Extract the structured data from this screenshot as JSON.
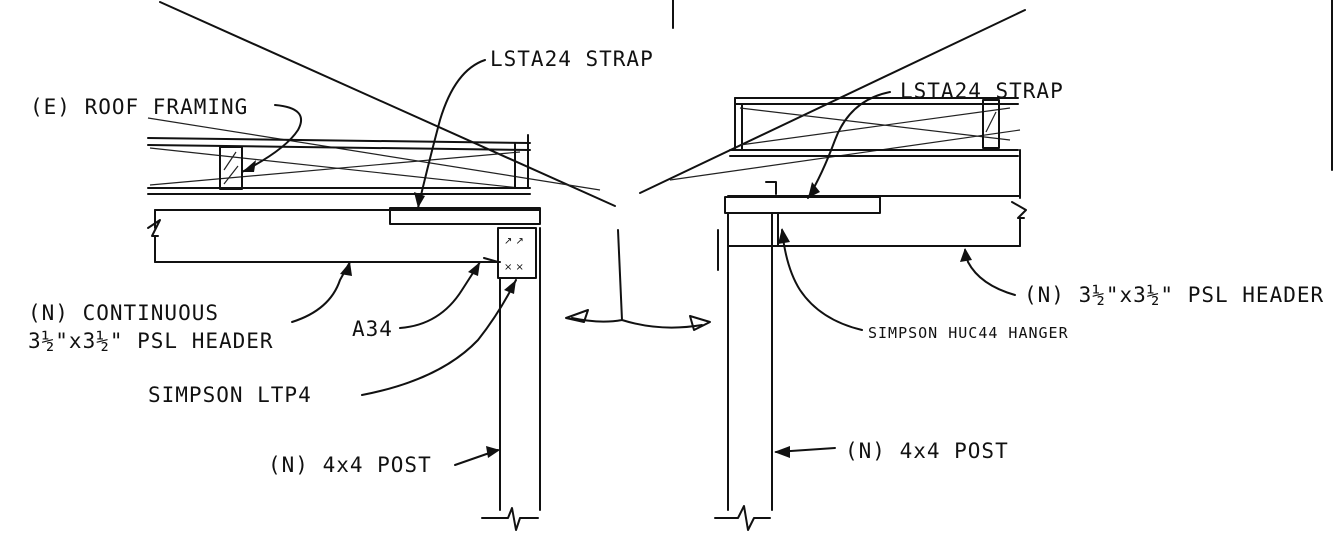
{
  "labels": {
    "roof_framing": "(E) ROOF FRAMING",
    "strap_left": "LSTA24 STRAP",
    "strap_right": "LSTA24 STRAP",
    "header_left_line1": "(N) CONTINUOUS",
    "header_left_line2": "3½\"x3½\" PSL HEADER",
    "a34": "A34",
    "ltp4": "SIMPSON LTP4",
    "post_left": "(N) 4x4 POST",
    "header_right": "(N) 3½\"x3½\" PSL HEADER",
    "huc_hanger": "SIMPSON HUC44 HANGER",
    "post_right": "(N) 4x4 POST"
  }
}
